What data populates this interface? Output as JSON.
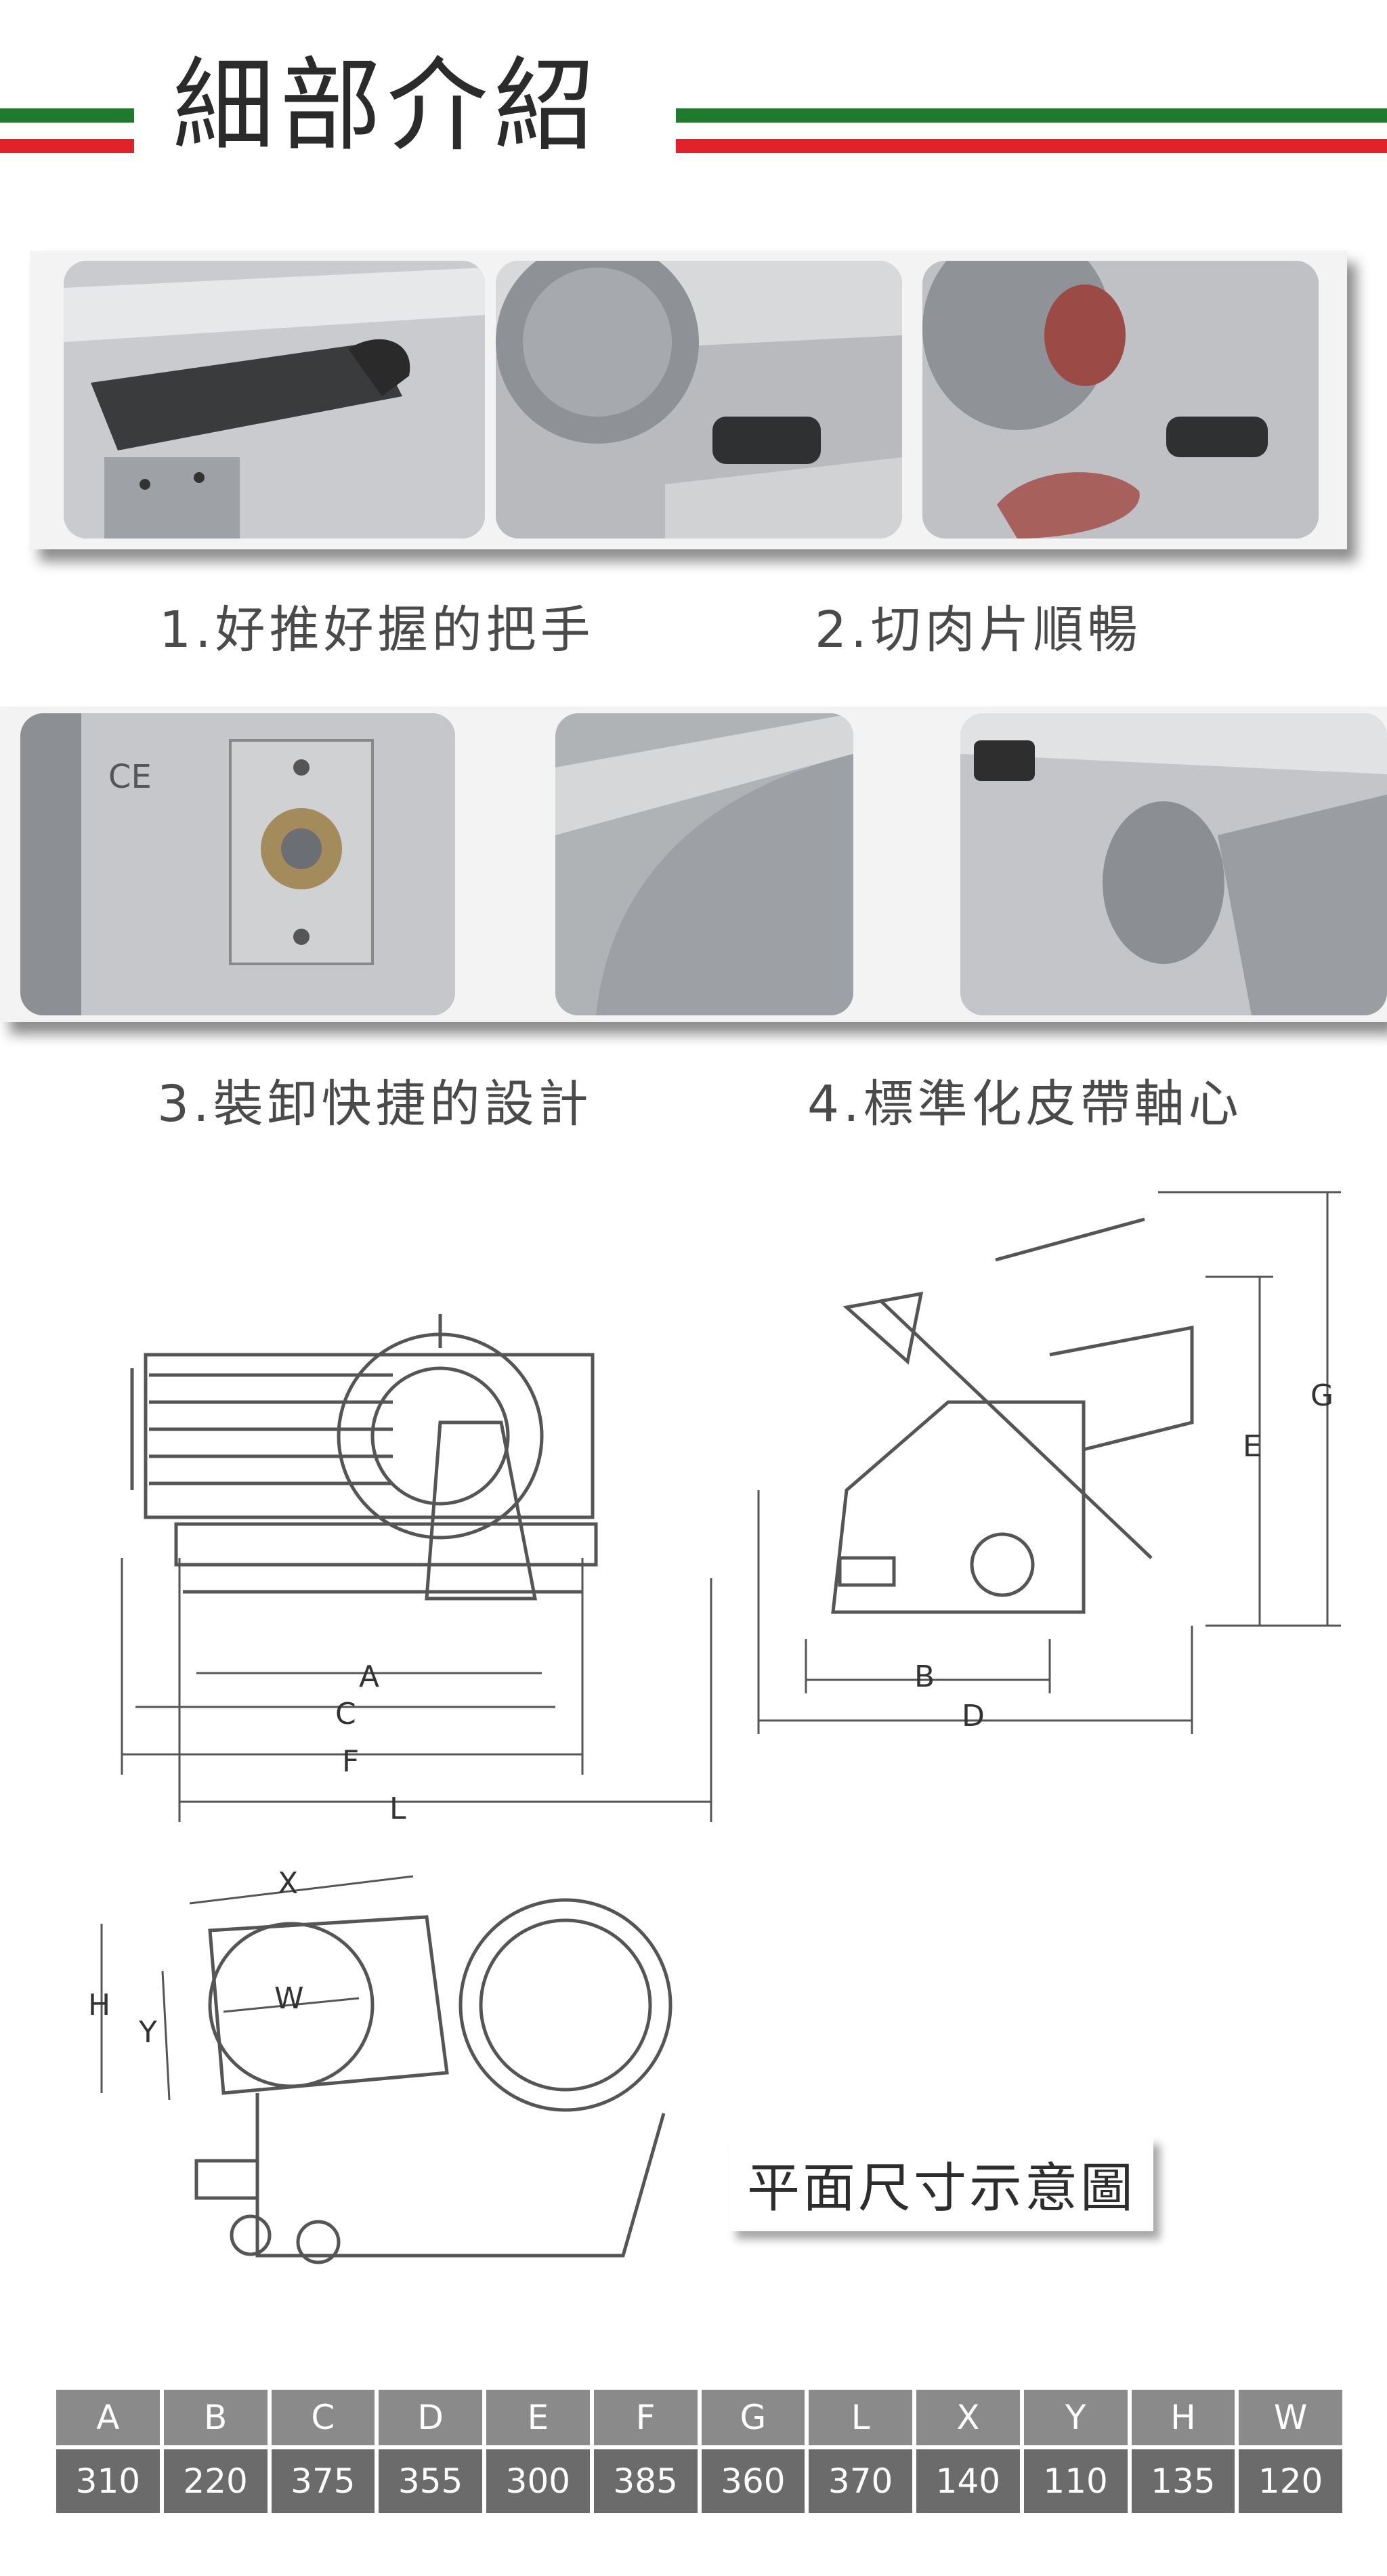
{
  "header": {
    "title": "細部介紹"
  },
  "colors": {
    "green": "#1f7a2e",
    "red": "#e3212a",
    "table_header": "#8a8a8a",
    "table_value": "#6b6b6b"
  },
  "sections": [
    {
      "caption": "1.好推好握的把手"
    },
    {
      "caption": "2.切肉片順暢"
    },
    {
      "caption": "3.裝卸快捷的設計"
    },
    {
      "caption": "4.標準化皮帶軸心"
    }
  ],
  "photos": {
    "ce_mark": "CE"
  },
  "drawing_labels": {
    "front": [
      "A",
      "C",
      "F",
      "L"
    ],
    "side": [
      "B",
      "D",
      "E",
      "G"
    ],
    "top": [
      "X",
      "W",
      "H",
      "Y"
    ]
  },
  "plan_label": "平面尺寸示意圖",
  "spec_table": {
    "headers": [
      "A",
      "B",
      "C",
      "D",
      "E",
      "F",
      "G",
      "L",
      "X",
      "Y",
      "H",
      "W"
    ],
    "values": [
      "310",
      "220",
      "375",
      "355",
      "300",
      "385",
      "360",
      "370",
      "140",
      "110",
      "135",
      "120"
    ]
  }
}
